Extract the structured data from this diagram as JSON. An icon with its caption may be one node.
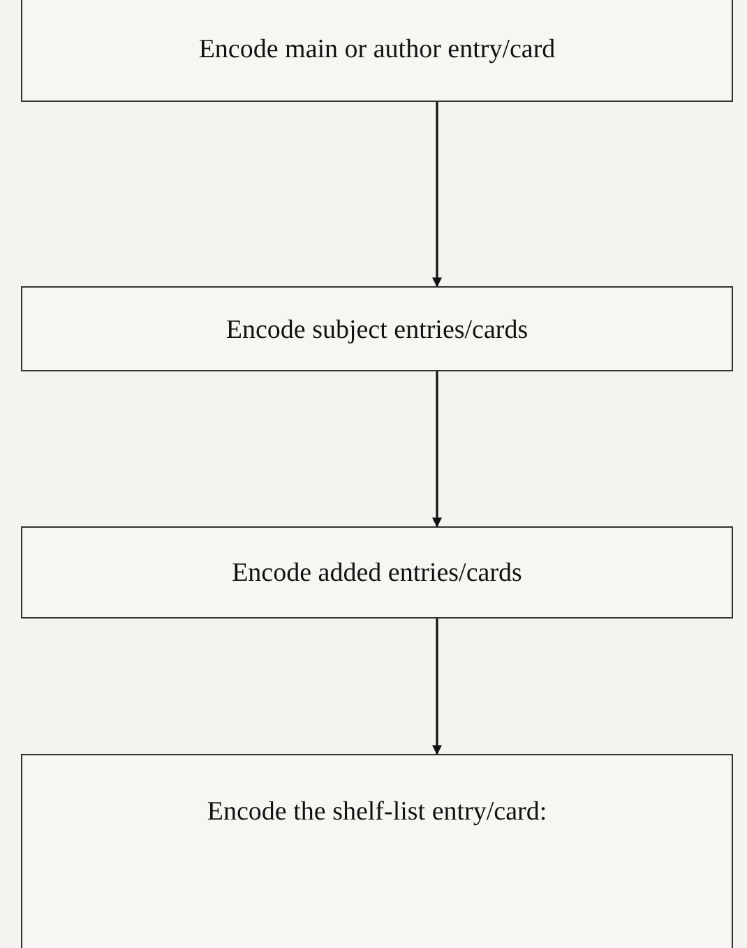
{
  "diagram": {
    "nodes": [
      {
        "text": [
          "Encode main or author entry/card"
        ]
      },
      {
        "text": [
          "Encode subject entries/cards"
        ]
      },
      {
        "text": [
          "Encode added entries/cards"
        ]
      },
      {
        "text": [
          "Encode the shelf-list entry/card:"
        ]
      }
    ],
    "edges": [
      {
        "from": 0,
        "to": 1,
        "arrow": "to"
      },
      {
        "from": 1,
        "to": 2,
        "arrow": "to"
      },
      {
        "from": 2,
        "to": 3,
        "arrow": "to"
      }
    ]
  }
}
